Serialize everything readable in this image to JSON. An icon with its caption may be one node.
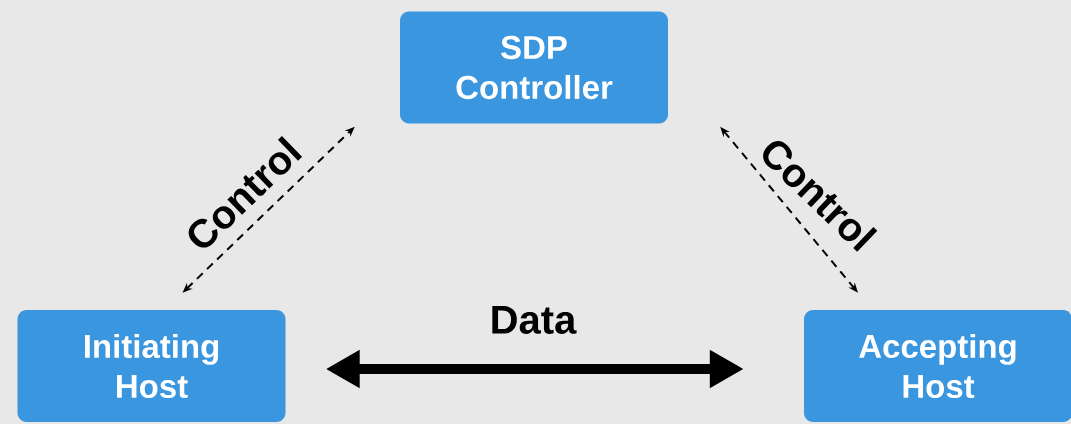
{
  "diagram": {
    "nodes": [
      {
        "text": [
          "SDP Controller"
        ]
      },
      {
        "text": [
          "Initiating Host"
        ]
      },
      {
        "text": [
          "Accepting Host"
        ]
      }
    ],
    "edges": [
      {
        "from": 1,
        "to": 0,
        "arrow": "both",
        "style": "dashed",
        "label": "Control"
      },
      {
        "from": 0,
        "to": 2,
        "arrow": "both",
        "style": "dashed",
        "label": "Control"
      },
      {
        "from": 1,
        "to": 2,
        "arrow": "both",
        "style": "thick",
        "label": "Data"
      }
    ]
  }
}
